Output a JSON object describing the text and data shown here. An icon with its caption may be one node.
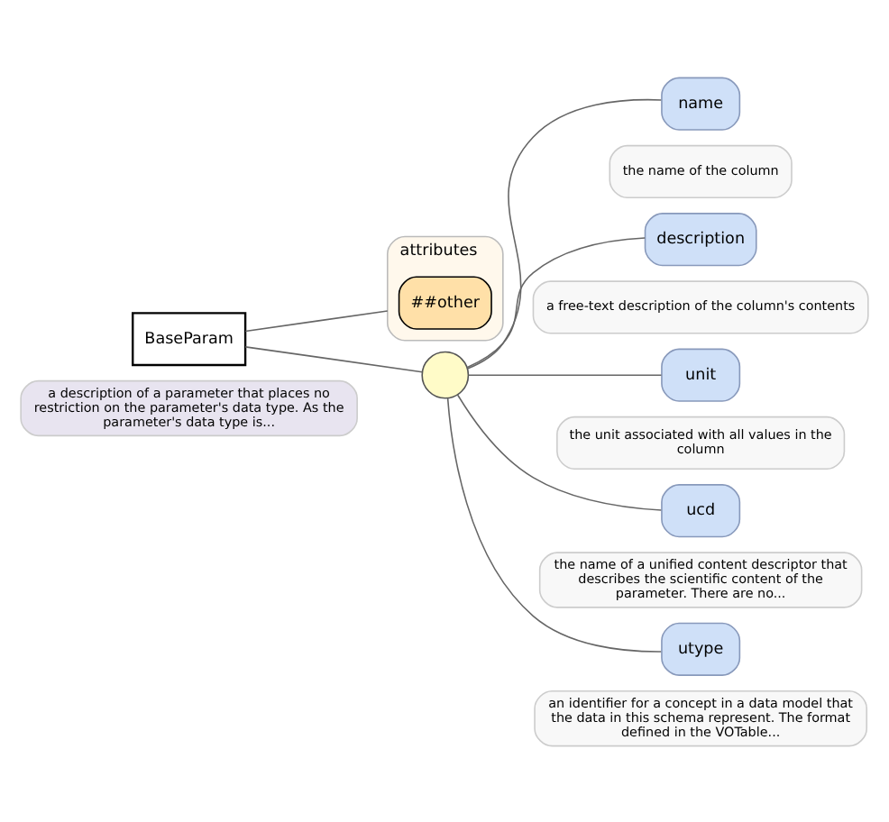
{
  "diagram": {
    "nodes": [
      {
        "text": [
          "BaseParam"
        ],
        "beside": [
          "a description of a parameter that places no restriction on the parameter's data type. As the parameter's data type is..."
        ]
      },
      {
        "text": [
          "attributes"
        ]
      },
      {
        "text": [
          "##other"
        ],
        "in": 1
      },
      {
        "text": [],
        "shape": "circle"
      },
      {
        "text": [
          "name"
        ],
        "beside": [
          "the name of the column"
        ]
      },
      {
        "text": [
          "description"
        ],
        "beside": [
          "a free-text description of the column's contents"
        ]
      },
      {
        "text": [
          "unit"
        ],
        "beside": [
          "the unit associated with all values in the column"
        ]
      },
      {
        "text": [
          "ucd"
        ],
        "beside": [
          "the name of a unified content descriptor that describes the scientific content of the parameter. There are no..."
        ]
      },
      {
        "text": [
          "utype"
        ],
        "beside": [
          "an identifier for a concept in a data model that the data in this schema represent. The format defined in the VOTable..."
        ]
      }
    ],
    "edges": [
      {
        "from": 0,
        "to": 1,
        "arrow": "none"
      },
      {
        "from": 0,
        "to": 3,
        "arrow": "none"
      },
      {
        "from": 3,
        "to": 4,
        "arrow": "none"
      },
      {
        "from": 3,
        "to": 5,
        "arrow": "none"
      },
      {
        "from": 3,
        "to": 6,
        "arrow": "none"
      },
      {
        "from": 3,
        "to": 7,
        "arrow": "none"
      },
      {
        "from": 3,
        "to": 8,
        "arrow": "none"
      }
    ]
  }
}
